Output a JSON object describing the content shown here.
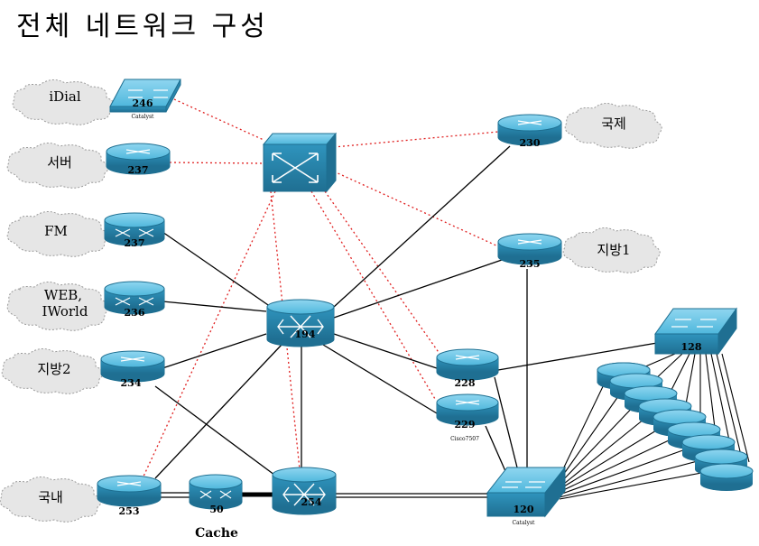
{
  "title": "전체 네트워크 구성",
  "clouds": {
    "idial": "iDial",
    "server": "서버",
    "fm": "FM",
    "web_line1": "WEB,",
    "web_line2": "IWorld",
    "region2": "지방2",
    "domestic": "국내",
    "international": "국제",
    "region1": "지방1"
  },
  "devices": {
    "n246": "246",
    "n237a": "237",
    "n237b": "237",
    "n236": "236",
    "n234": "234",
    "n253": "253",
    "n50": "50",
    "n254": "254",
    "n194": "194",
    "n230": "230",
    "n235": "235",
    "n228": "228",
    "n229": "229",
    "n120": "120",
    "n128": "128"
  },
  "small_labels": {
    "catalyst_246": "Catalyst",
    "catalyst_120": "Catalyst",
    "cisco_229": "Cisco7507"
  },
  "cache_label": "Cache",
  "colors": {
    "device_fill": "#35a0c8",
    "device_dark": "#1e6f91",
    "cloud_fill": "#e6e6e6",
    "dotted_link": "#e02020",
    "solid_link": "#000000"
  }
}
